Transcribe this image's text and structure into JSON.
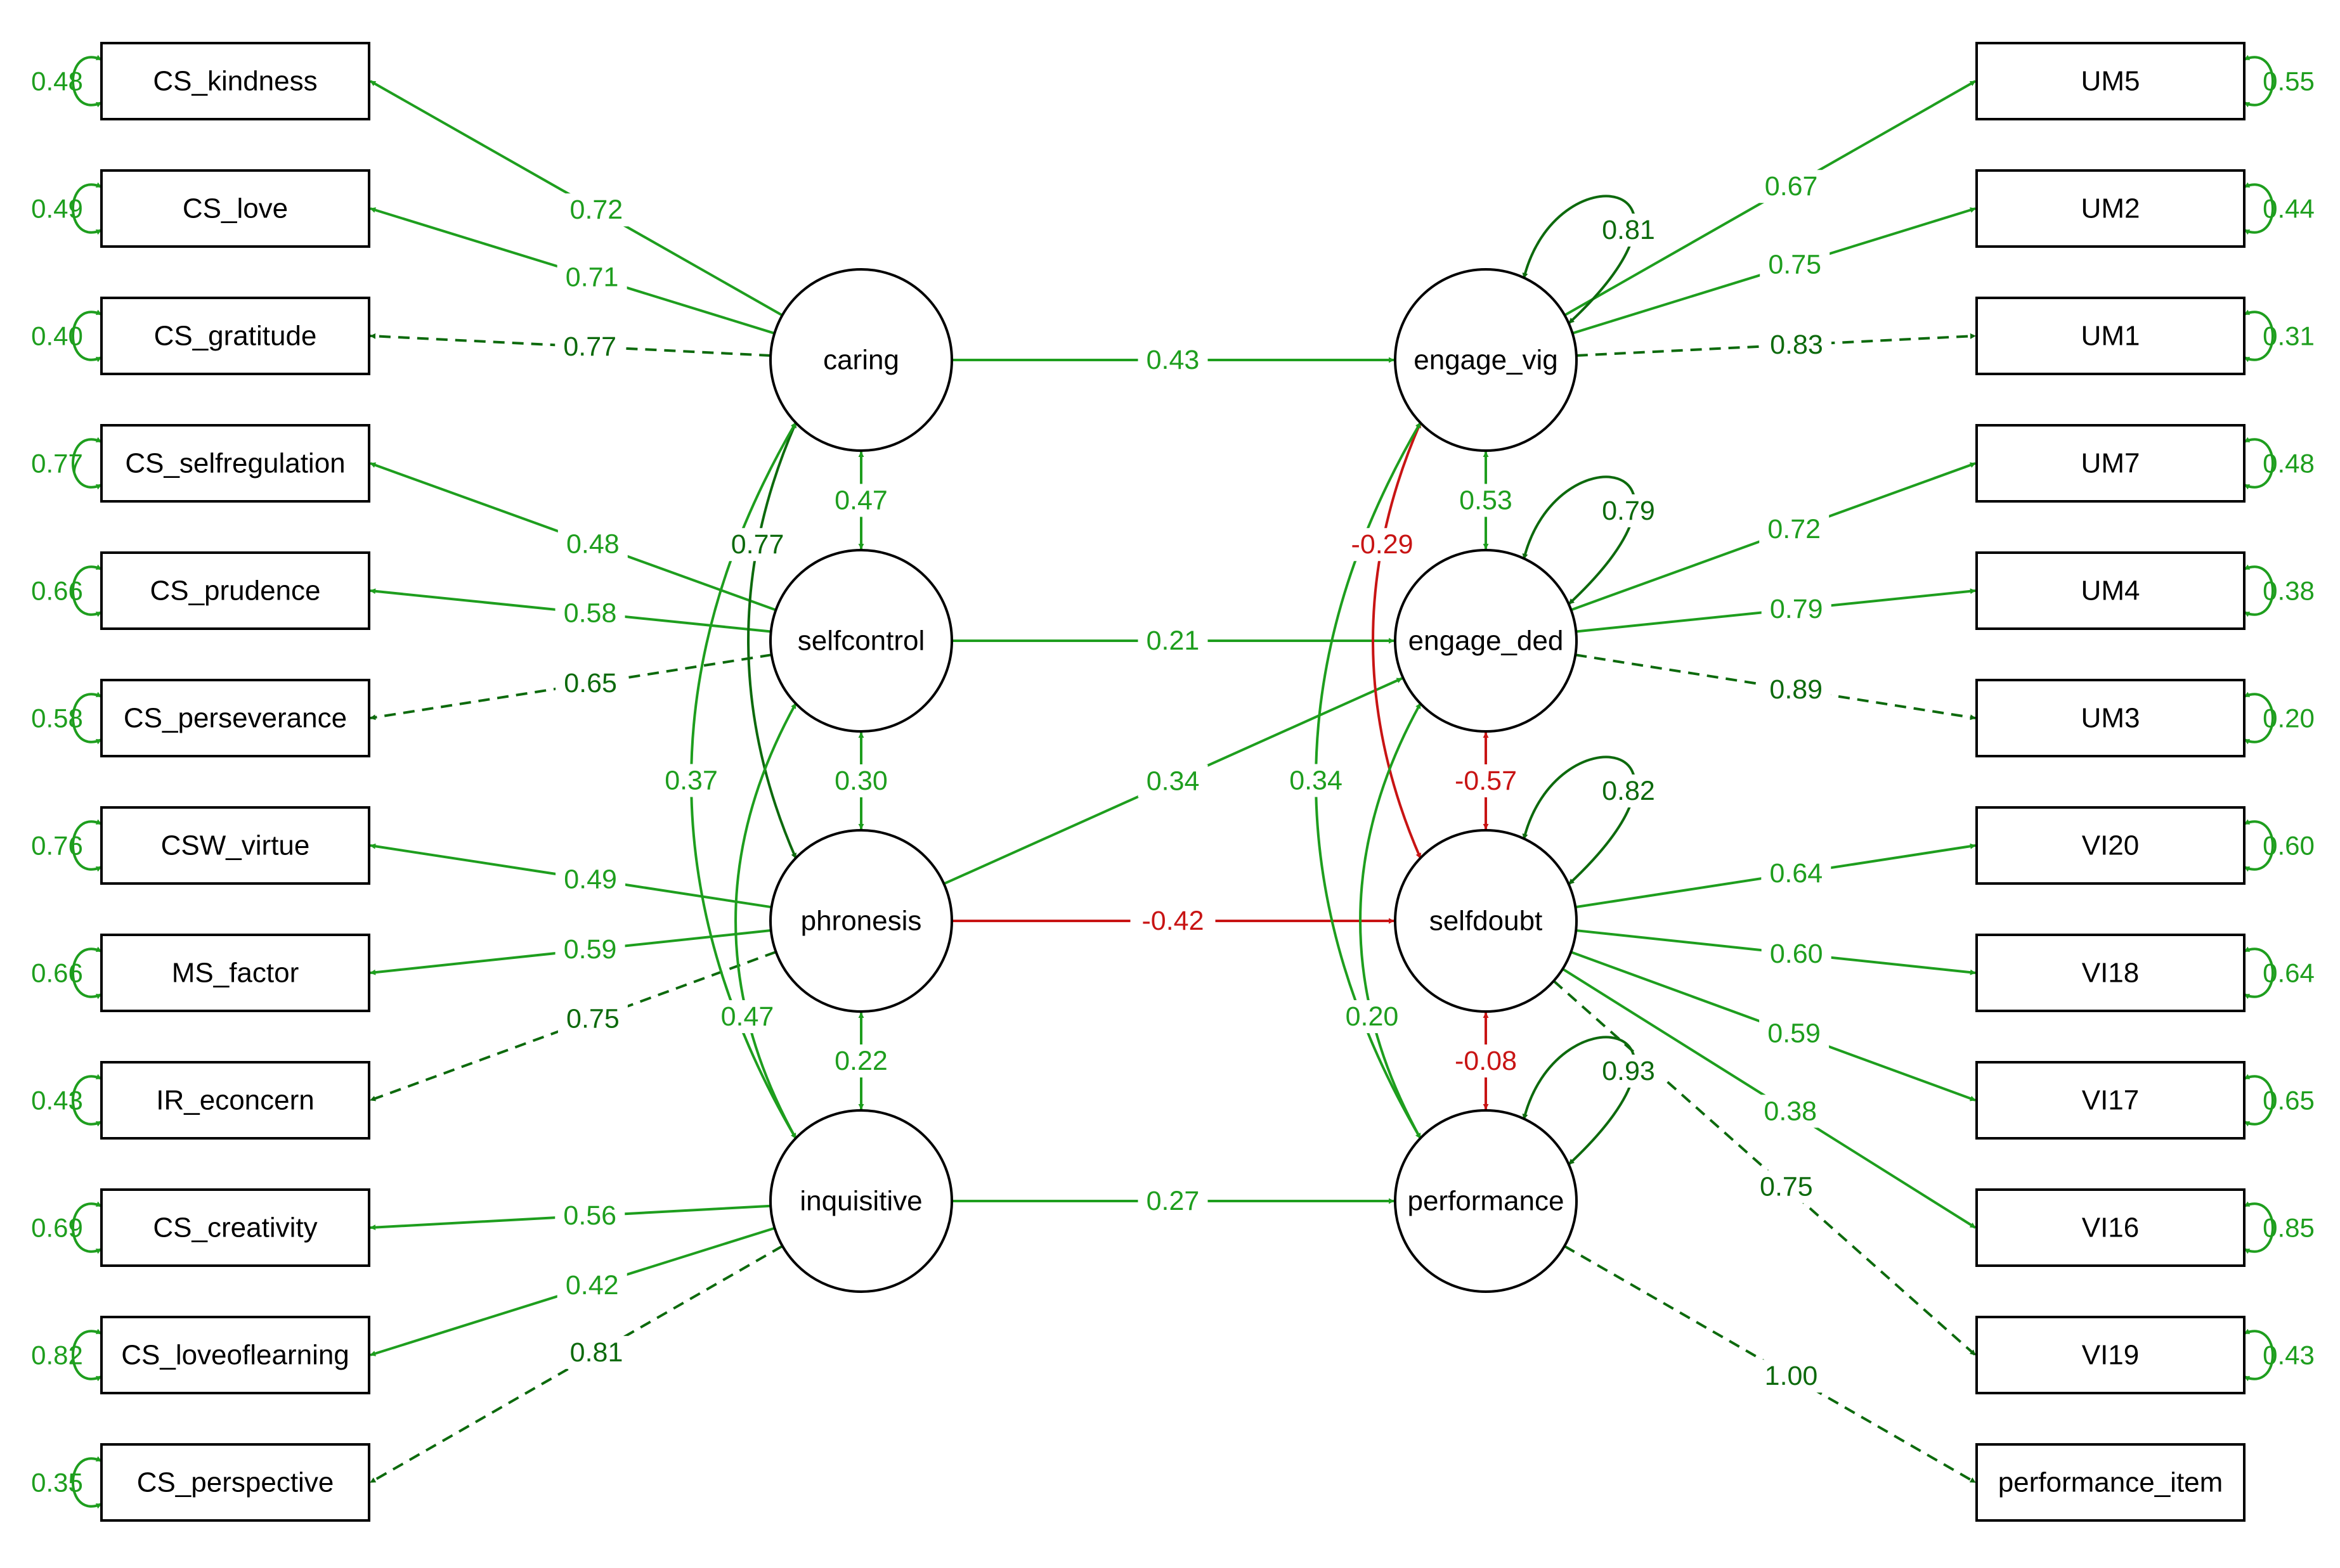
{
  "colors": {
    "positive": "#1e9e1e",
    "positive_dark": "#0d6a0d",
    "negative": "#c81414",
    "node_stroke": "#000000",
    "node_fill": "#ffffff"
  },
  "latents": [
    {
      "id": "caring",
      "label": "caring"
    },
    {
      "id": "selfcontrol",
      "label": "selfcontrol"
    },
    {
      "id": "phronesis",
      "label": "phronesis"
    },
    {
      "id": "inquisitive",
      "label": "inquisitive"
    },
    {
      "id": "engage_vig",
      "label": "engage_vig"
    },
    {
      "id": "engage_ded",
      "label": "engage_ded"
    },
    {
      "id": "selfdoubt",
      "label": "selfdoubt"
    },
    {
      "id": "performance",
      "label": "performance"
    }
  ],
  "left_indicators": [
    {
      "label": "CS_kindness",
      "variance": "0.48",
      "latent": "caring",
      "loading": "0.72",
      "dashed": false
    },
    {
      "label": "CS_love",
      "variance": "0.49",
      "latent": "caring",
      "loading": "0.71",
      "dashed": false
    },
    {
      "label": "CS_gratitude",
      "variance": "0.40",
      "latent": "caring",
      "loading": "0.77",
      "dashed": true
    },
    {
      "label": "CS_selfregulation",
      "variance": "0.77",
      "latent": "selfcontrol",
      "loading": "0.48",
      "dashed": false
    },
    {
      "label": "CS_prudence",
      "variance": "0.66",
      "latent": "selfcontrol",
      "loading": "0.58",
      "dashed": false
    },
    {
      "label": "CS_perseverance",
      "variance": "0.58",
      "latent": "selfcontrol",
      "loading": "0.65",
      "dashed": true
    },
    {
      "label": "CSW_virtue",
      "variance": "0.76",
      "latent": "phronesis",
      "loading": "0.49",
      "dashed": false
    },
    {
      "label": "MS_factor",
      "variance": "0.66",
      "latent": "phronesis",
      "loading": "0.59",
      "dashed": false
    },
    {
      "label": "IR_econcern",
      "variance": "0.43",
      "latent": "phronesis",
      "loading": "0.75",
      "dashed": true
    },
    {
      "label": "CS_creativity",
      "variance": "0.69",
      "latent": "inquisitive",
      "loading": "0.56",
      "dashed": false
    },
    {
      "label": "CS_loveoflearning",
      "variance": "0.82",
      "latent": "inquisitive",
      "loading": "0.42",
      "dashed": false
    },
    {
      "label": "CS_perspective",
      "variance": "0.35",
      "latent": "inquisitive",
      "loading": "0.81",
      "dashed": true
    }
  ],
  "right_indicators": [
    {
      "label": "UM5",
      "variance": "0.55",
      "latent": "engage_vig",
      "loading": "0.67",
      "dashed": false
    },
    {
      "label": "UM2",
      "variance": "0.44",
      "latent": "engage_vig",
      "loading": "0.75",
      "dashed": false
    },
    {
      "label": "UM1",
      "variance": "0.31",
      "latent": "engage_vig",
      "loading": "0.83",
      "dashed": true
    },
    {
      "label": "UM7",
      "variance": "0.48",
      "latent": "engage_ded",
      "loading": "0.72",
      "dashed": false
    },
    {
      "label": "UM4",
      "variance": "0.38",
      "latent": "engage_ded",
      "loading": "0.79",
      "dashed": false
    },
    {
      "label": "UM3",
      "variance": "0.20",
      "latent": "engage_ded",
      "loading": "0.89",
      "dashed": true
    },
    {
      "label": "VI20",
      "variance": "0.60",
      "latent": "selfdoubt",
      "loading": "0.64",
      "dashed": false
    },
    {
      "label": "VI18",
      "variance": "0.64",
      "latent": "selfdoubt",
      "loading": "0.60",
      "dashed": false
    },
    {
      "label": "VI17",
      "variance": "0.65",
      "latent": "selfdoubt",
      "loading": "0.59",
      "dashed": false
    },
    {
      "label": "VI16",
      "variance": "0.85",
      "latent": "selfdoubt",
      "loading": "0.38",
      "dashed": false
    },
    {
      "label": "VI19",
      "variance": "0.43",
      "latent": "selfdoubt",
      "loading": "0.75",
      "dashed": true
    },
    {
      "label": "performance_item",
      "variance": "",
      "latent": "performance",
      "loading": "1.00",
      "dashed": true
    }
  ],
  "regressions": [
    {
      "from": "caring",
      "to": "engage_vig",
      "value": "0.43",
      "sign": "pos"
    },
    {
      "from": "selfcontrol",
      "to": "engage_ded",
      "value": "0.21",
      "sign": "pos"
    },
    {
      "from": "phronesis",
      "to": "engage_ded",
      "value": "0.34",
      "sign": "pos"
    },
    {
      "from": "phronesis",
      "to": "selfdoubt",
      "value": "-0.42",
      "sign": "neg"
    },
    {
      "from": "inquisitive",
      "to": "performance",
      "value": "0.27",
      "sign": "pos"
    }
  ],
  "exo_covariances": [
    {
      "a": "caring",
      "b": "selfcontrol",
      "value": "0.47"
    },
    {
      "a": "selfcontrol",
      "b": "phronesis",
      "value": "0.30"
    },
    {
      "a": "phronesis",
      "b": "inquisitive",
      "value": "0.22"
    },
    {
      "a": "caring",
      "b": "phronesis",
      "value": "0.77"
    },
    {
      "a": "selfcontrol",
      "b": "inquisitive",
      "value": "0.47"
    },
    {
      "a": "caring",
      "b": "inquisitive",
      "value": "0.37"
    }
  ],
  "endo_covariances": [
    {
      "a": "engage_vig",
      "b": "engage_ded",
      "value": "0.53",
      "sign": "pos"
    },
    {
      "a": "engage_ded",
      "b": "selfdoubt",
      "value": "-0.57",
      "sign": "neg"
    },
    {
      "a": "selfdoubt",
      "b": "performance",
      "value": "-0.08",
      "sign": "neg"
    },
    {
      "a": "engage_vig",
      "b": "selfdoubt",
      "value": "-0.29",
      "sign": "neg"
    },
    {
      "a": "engage_vig",
      "b": "performance",
      "value": "0.34",
      "sign": "pos"
    },
    {
      "a": "engage_ded",
      "b": "performance",
      "value": "0.20",
      "sign": "pos"
    }
  ],
  "residuals": [
    {
      "latent": "engage_vig",
      "value": "0.81"
    },
    {
      "latent": "engage_ded",
      "value": "0.79"
    },
    {
      "latent": "selfdoubt",
      "value": "0.82"
    },
    {
      "latent": "performance",
      "value": "0.93"
    }
  ]
}
